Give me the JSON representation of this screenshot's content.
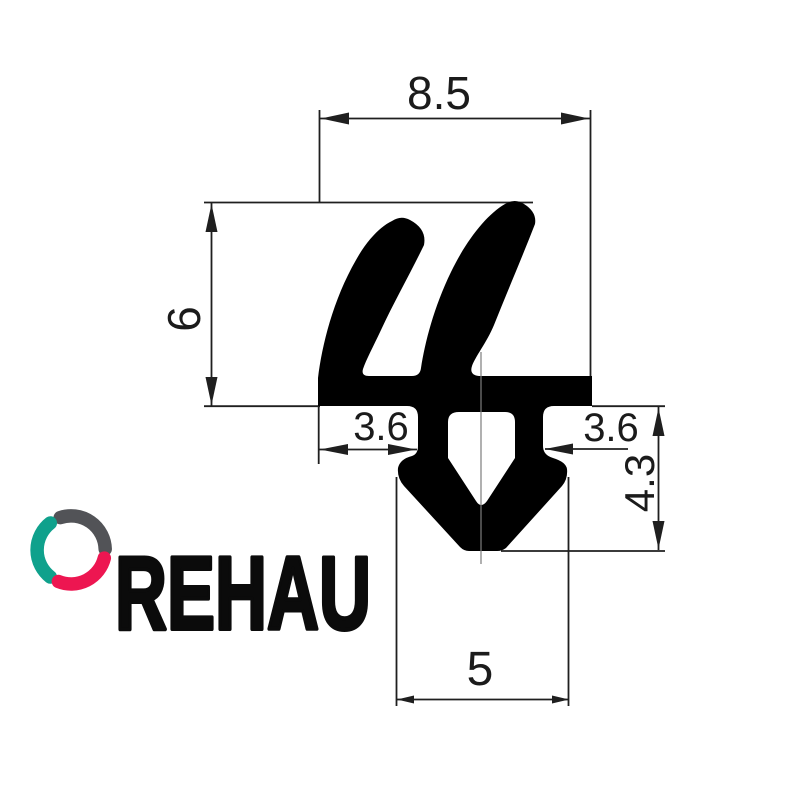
{
  "drawing": {
    "profile_color": "#000000",
    "line_color": "#1f1f1f",
    "centerline_color": "#7d7d7d",
    "dimensions": {
      "top_width": "8.5",
      "height": "6",
      "left_groove": "3.6",
      "right_groove": "3.6",
      "foot_height": "4.3",
      "foot_width": "5"
    }
  },
  "logo": {
    "wordmark": "REHAU",
    "icon_colors": {
      "teal": "#0FA18C",
      "gray": "#525357",
      "magenta": "#ED1651"
    }
  }
}
